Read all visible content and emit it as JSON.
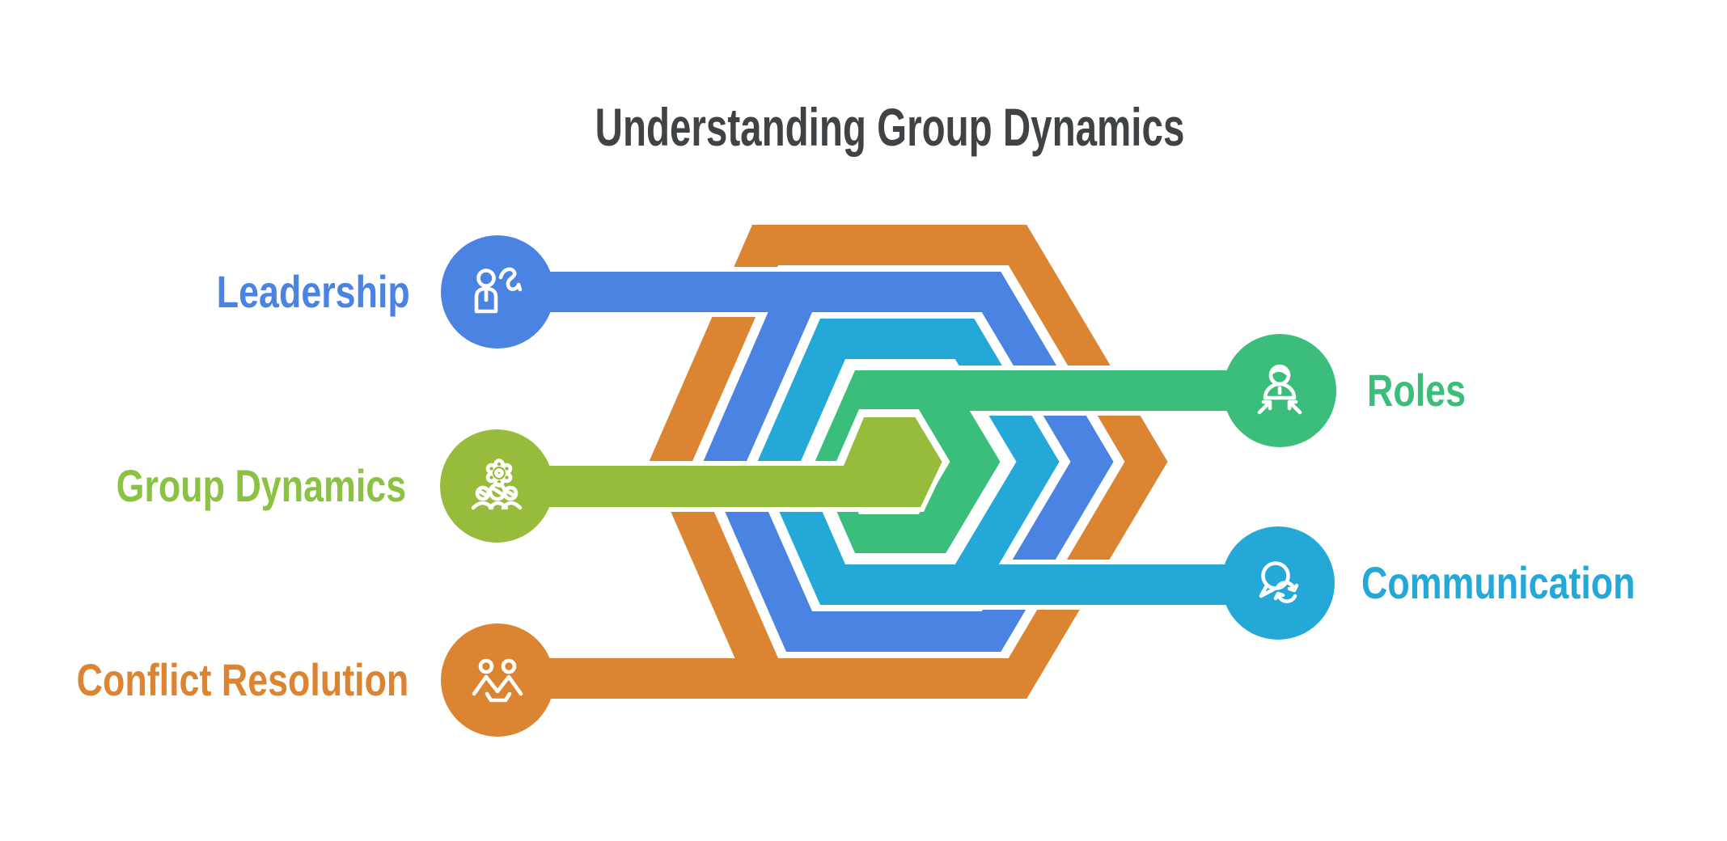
{
  "title": {
    "text": "Understanding Group Dynamics"
  },
  "nodes": [
    {
      "id": "leadership",
      "label": "Leadership",
      "side": "left",
      "color_key": "blue",
      "icon": "leader-route-icon"
    },
    {
      "id": "roles",
      "label": "Roles",
      "side": "right",
      "color_key": "green",
      "icon": "person-converging-arrows-icon"
    },
    {
      "id": "group-dynamics",
      "label": "Group Dynamics",
      "side": "left",
      "color_key": "lime",
      "icon": "gear-people-icon"
    },
    {
      "id": "communication",
      "label": "Communication",
      "side": "right",
      "color_key": "cyan",
      "icon": "speech-bubble-sync-icon"
    },
    {
      "id": "conflict-resolution",
      "label": "Conflict Resolution",
      "side": "left",
      "color_key": "orange",
      "icon": "two-people-icon"
    }
  ],
  "colors": {
    "orange": "#DB8432",
    "blue": "#4A83E2",
    "cyan": "#24A8D8",
    "green": "#3BBE7C",
    "lime": "#97BC3C",
    "lime_label": "#8CC244",
    "title": "#3F4345",
    "background": "#FFFFFF",
    "icon_stroke": "#FFFFFF"
  }
}
